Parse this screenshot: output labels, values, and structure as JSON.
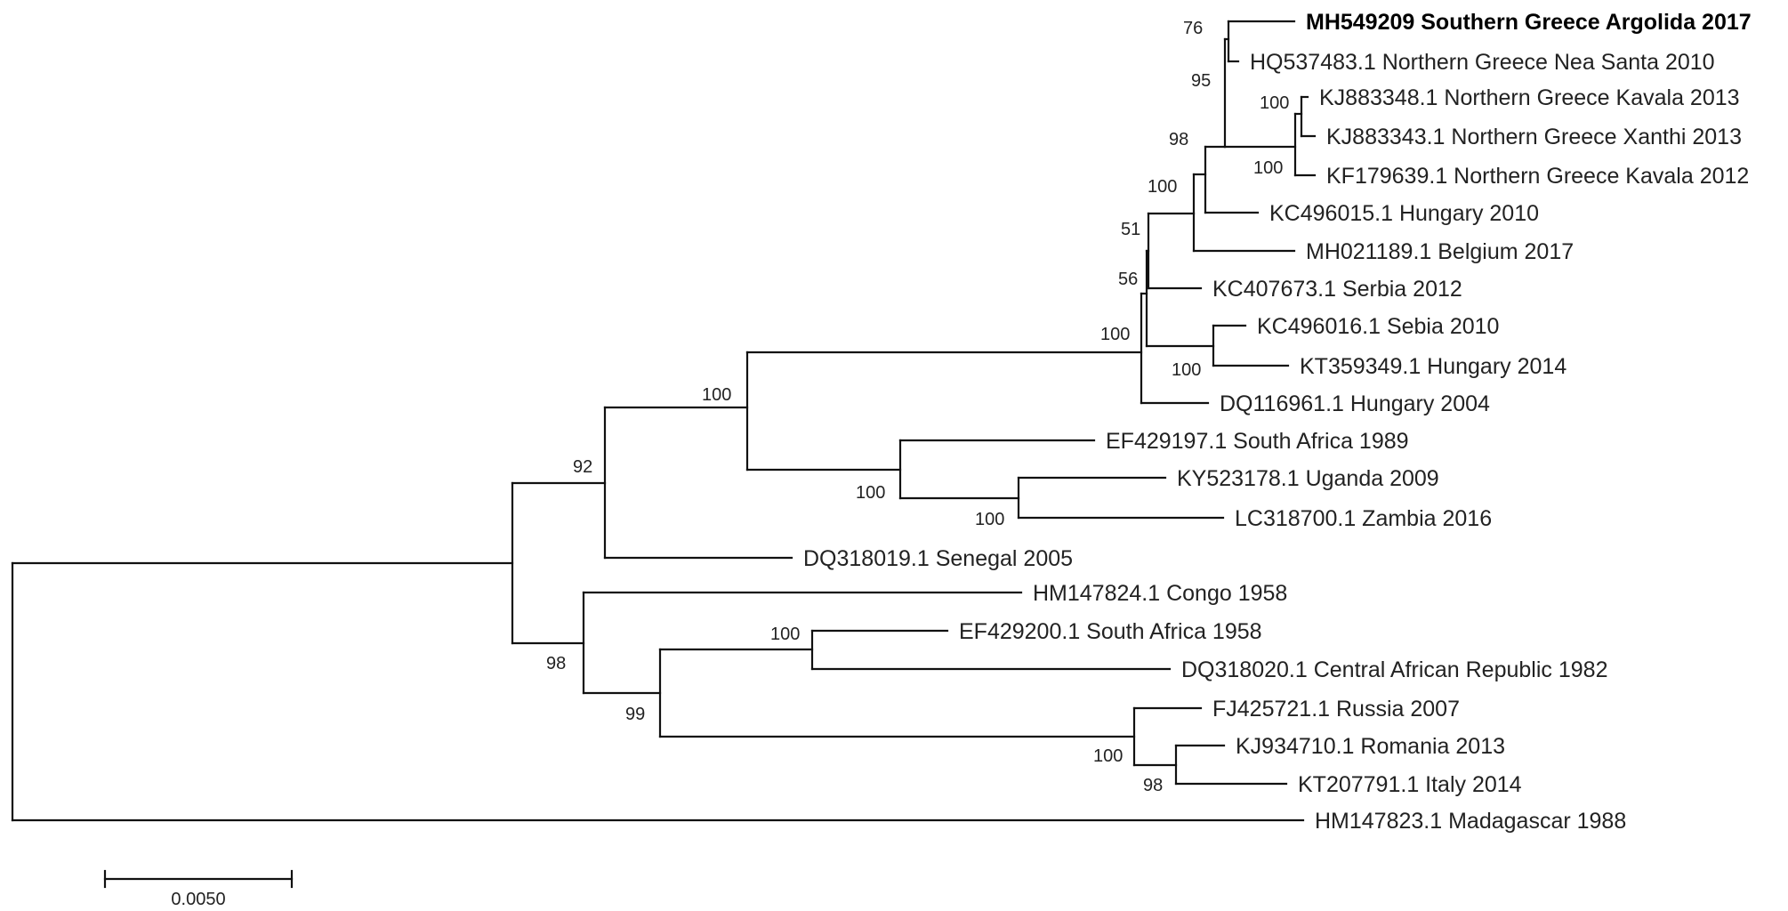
{
  "tree": {
    "highlight_leaf": "MH549209 Southern Greece Argolida 2017",
    "leaves": [
      {
        "id": "L1",
        "label": "MH549209 Southern Greece Argolida 2017",
        "bold": true
      },
      {
        "id": "L2",
        "label": "HQ537483.1 Northern Greece Nea Santa 2010"
      },
      {
        "id": "L3",
        "label": "KJ883348.1 Northern Greece Kavala 2013"
      },
      {
        "id": "L4",
        "label": "KJ883343.1 Northern Greece Xanthi 2013"
      },
      {
        "id": "L5",
        "label": "KF179639.1 Northern Greece Kavala 2012"
      },
      {
        "id": "L6",
        "label": "KC496015.1 Hungary 2010"
      },
      {
        "id": "L7",
        "label": "MH021189.1 Belgium 2017"
      },
      {
        "id": "L8",
        "label": "KC407673.1 Serbia 2012"
      },
      {
        "id": "L9",
        "label": "KC496016.1 Sebia 2010"
      },
      {
        "id": "L10",
        "label": "KT359349.1 Hungary 2014"
      },
      {
        "id": "L11",
        "label": "DQ116961.1 Hungary 2004"
      },
      {
        "id": "L12",
        "label": "EF429197.1 South Africa 1989"
      },
      {
        "id": "L13",
        "label": "KY523178.1 Uganda 2009"
      },
      {
        "id": "L14",
        "label": "LC318700.1 Zambia 2016"
      },
      {
        "id": "L15",
        "label": "DQ318019.1 Senegal 2005"
      },
      {
        "id": "L16",
        "label": "HM147824.1 Congo 1958"
      },
      {
        "id": "L17",
        "label": "EF429200.1 South Africa 1958"
      },
      {
        "id": "L18",
        "label": "DQ318020.1 Central African Republic 1982"
      },
      {
        "id": "L19",
        "label": "FJ425721.1 Russia 2007"
      },
      {
        "id": "L20",
        "label": "KJ934710.1 Romania 2013"
      },
      {
        "id": "L21",
        "label": "KT207791.1 Italy 2014"
      },
      {
        "id": "L22",
        "label": "HM147823.1 Madagascar 1988"
      }
    ],
    "bootstrap_values": [
      {
        "node": "L1+L2",
        "value": "76"
      },
      {
        "node": "Greek-clade",
        "value": "95"
      },
      {
        "node": "L3+L4",
        "value": "100"
      },
      {
        "node": "L3-L5",
        "value": "100"
      },
      {
        "node": "Greek+Hungary2010",
        "value": "98"
      },
      {
        "node": "L1-L7",
        "value": "100"
      },
      {
        "node": "L1-L8",
        "value": "51"
      },
      {
        "node": "L1-L10",
        "value": "56"
      },
      {
        "node": "L9+L10",
        "value": "100"
      },
      {
        "node": "L1-L11",
        "value": "100"
      },
      {
        "node": "L1-L14",
        "value": "100"
      },
      {
        "node": "L12-L14",
        "value": "100"
      },
      {
        "node": "L13+L14",
        "value": "100"
      },
      {
        "node": "L1-L15",
        "value": "92"
      },
      {
        "node": "L16-L21",
        "value": "98"
      },
      {
        "node": "L17+L18",
        "value": "100"
      },
      {
        "node": "L17-L21",
        "value": "99"
      },
      {
        "node": "L19-L21",
        "value": "100"
      },
      {
        "node": "L20+L21",
        "value": "98"
      }
    ],
    "scale_bar": {
      "label": "0.0050"
    }
  }
}
